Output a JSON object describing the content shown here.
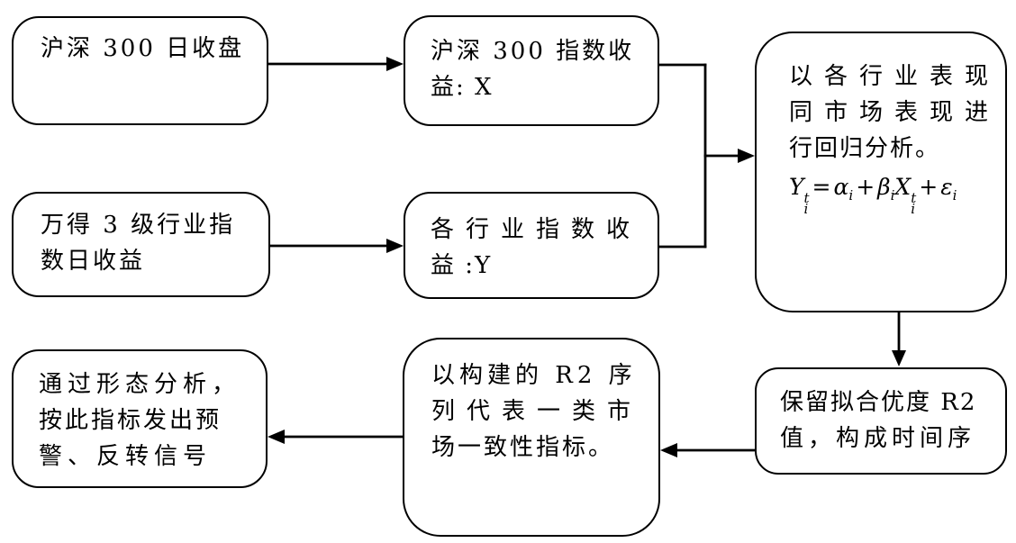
{
  "diagram": {
    "type": "flowchart",
    "colors": {
      "stroke": "#000000",
      "background": "#ffffff",
      "text": "#000000"
    },
    "nodes": {
      "csi_close": {
        "lines": [
          "沪深 300 日收盘"
        ]
      },
      "csi_return": {
        "lines": [
          "沪深 300 指数收",
          "益: X"
        ]
      },
      "industry_daily": {
        "lines": [
          "万得 3 级行业指",
          "数日收益"
        ]
      },
      "industry_return": {
        "lines": [
          "各行业指数收",
          "益 :Y"
        ]
      },
      "regression": {
        "lines": [
          "以各行业表现",
          "同市场表现进",
          "行回归分析。"
        ],
        "formula": {
          "lhs": "Y",
          "lhs_sup": "t",
          "lhs_sub": "i",
          "eq": "=",
          "alpha": "α",
          "alpha_sub": "i",
          "plus1": "+",
          "beta": "β",
          "beta_sub": "i",
          "x": "X",
          "x_sup": "t",
          "x_sub": "i",
          "plus2": "+",
          "eps": "ε",
          "eps_sub": "i"
        }
      },
      "r2_series": {
        "lines": [
          "保留拟合优度 R2",
          "值，构成时间序"
        ]
      },
      "r2_indicator": {
        "lines": [
          "以构建的 R2 序",
          "列代表一类市",
          "场一致性指标。"
        ]
      },
      "signals": {
        "lines": [
          "通过形态分析，",
          "按此指标发出预",
          "警、反转信号"
        ]
      }
    }
  }
}
